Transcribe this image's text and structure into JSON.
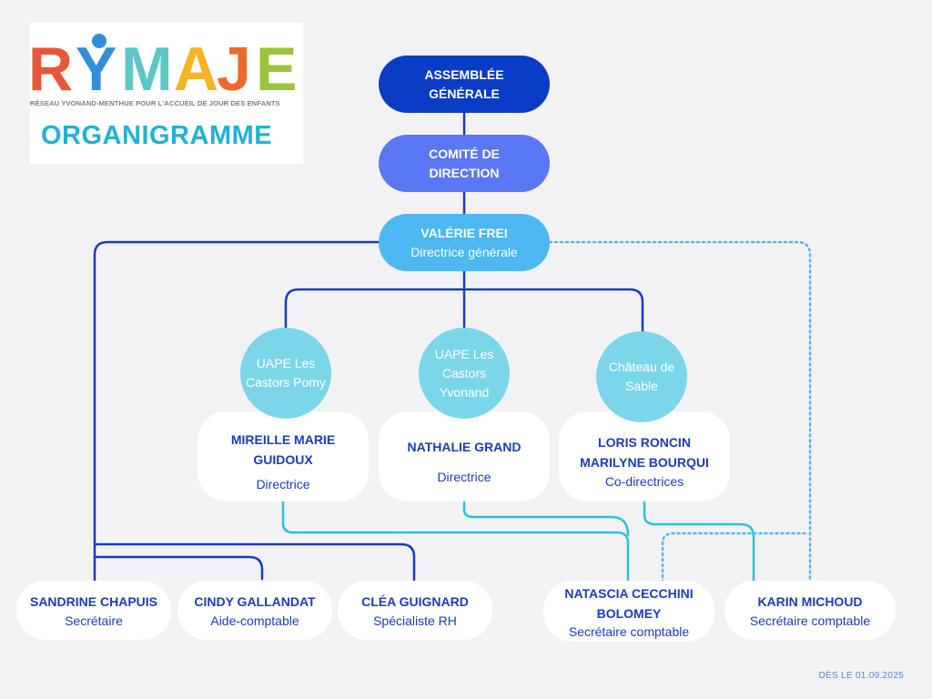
{
  "logo": {
    "letters": [
      {
        "char": "R",
        "color": "#e8573a"
      },
      {
        "char": "Y",
        "color": "#2f8fdc"
      },
      {
        "char": "M",
        "color": "#5cc7c6"
      },
      {
        "char": "A",
        "color": "#f3b524"
      },
      {
        "char": "J",
        "color": "#ec6a2b"
      },
      {
        "char": "E",
        "color": "#9bc33c"
      }
    ],
    "tagline": "RÉSEAU YVONAND-MENTHUE POUR L'ACCUEIL DE JOUR DES ENFANTS",
    "title": "ORGANIGRAMME"
  },
  "nodes": {
    "assemblee": {
      "line1": "ASSEMBLÉE",
      "line2": "GÉNÉRALE"
    },
    "comite": {
      "line1": "COMITÉ DE",
      "line2": "DIRECTION"
    },
    "valerie": {
      "name": "VALÉRIE FREI",
      "role": "Directrice générale"
    }
  },
  "sites": [
    {
      "label_lines": [
        "UAPE Les",
        "Castors Pomy"
      ]
    },
    {
      "label_lines": [
        "UAPE Les",
        "Castors",
        "Yvonand"
      ]
    },
    {
      "label_lines": [
        "Château de",
        "Sable"
      ]
    }
  ],
  "directors": [
    {
      "names": [
        "MIREILLE MARIE",
        "GUIDOUX"
      ],
      "role": "Directrice"
    },
    {
      "names": [
        "NATHALIE GRAND"
      ],
      "role": "Directrice"
    },
    {
      "names": [
        "LORIS RONCIN",
        "MARILYNE BOURQUI"
      ],
      "role": "Co-directrices"
    }
  ],
  "staff": [
    {
      "names": [
        "SANDRINE CHAPUIS"
      ],
      "role": "Secrétaire"
    },
    {
      "names": [
        "CINDY GALLANDAT"
      ],
      "role": "Aide-comptable"
    },
    {
      "names": [
        "CLÉA GUIGNARD"
      ],
      "role": "Spécialiste RH"
    },
    {
      "names": [
        "NATASCIA CECCHINI",
        "BOLOMEY"
      ],
      "role": "Secrétaire comptable"
    },
    {
      "names": [
        "KARIN MICHOUD"
      ],
      "role": "Secrétaire comptable"
    }
  ],
  "colors": {
    "assemblee": "#0b3cc6",
    "comite": "#5a77f5",
    "valerie": "#4bb8f2",
    "site_circle": "#7bd6ea",
    "line_dark": "#1b3db7",
    "line_cyan": "#2ec0dc",
    "line_dotted": "#53b6ec"
  },
  "footer": {
    "date": "DÈS LE 01.09.2025"
  }
}
